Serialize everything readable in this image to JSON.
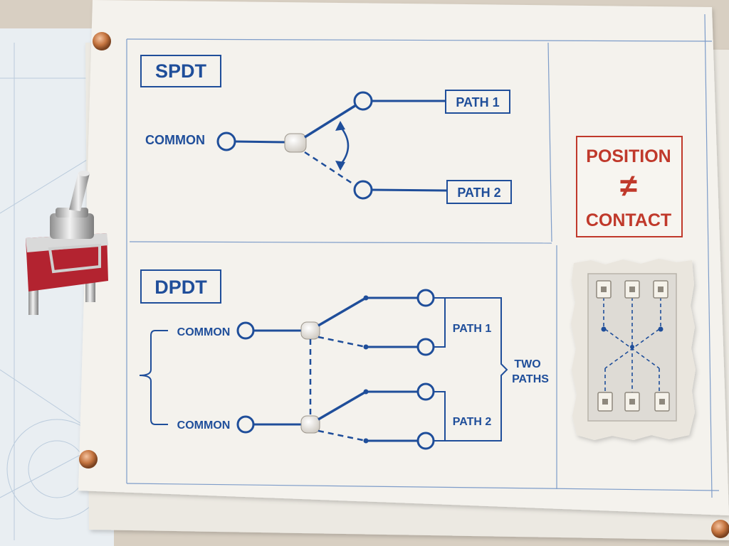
{
  "spdt": {
    "title": "SPDT",
    "common_label": "COMMON",
    "path1_label": "PATH 1",
    "path2_label": "PATH 2"
  },
  "dpdt": {
    "title": "DPDT",
    "common_top_label": "COMMON",
    "common_bottom_label": "COMMON",
    "path1_label": "PATH 1",
    "path2_label": "PATH 2",
    "two_paths_line1": "TWO",
    "two_paths_line2": "PATHS"
  },
  "note": {
    "line1": "POSITION",
    "symbol": "≠",
    "line2": "CONTACT"
  },
  "colors": {
    "ink_blue": "#1f4e9a",
    "ink_red": "#c0392b",
    "paper": "#f3f1ec",
    "toggle_red": "#b32330"
  }
}
